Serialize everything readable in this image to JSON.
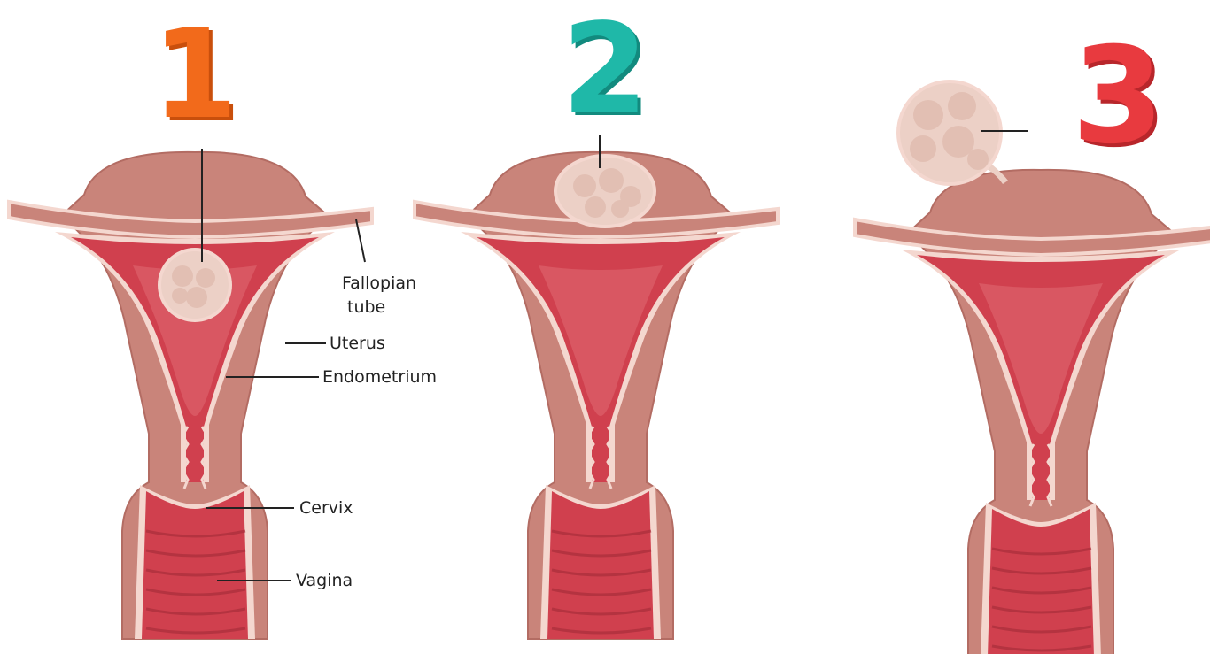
{
  "panels": [
    {
      "number": "1",
      "color": "#f26a1b",
      "shade": "#c94f0c"
    },
    {
      "number": "2",
      "color": "#1fb8a8",
      "shade": "#128a7e"
    },
    {
      "number": "3",
      "color": "#e83a3f",
      "shade": "#b8262b"
    }
  ],
  "labels": {
    "fallopian_tube_line1": "Fallopian",
    "fallopian_tube_line2": "tube",
    "uterus": "Uterus",
    "endometrium": "Endometrium",
    "cervix": "Cervix",
    "vagina": "Vagina"
  },
  "colors": {
    "muscle": "#c9847a",
    "muscle_dark": "#b36c63",
    "cavity": "#d0404e",
    "cavity_light": "#e06a72",
    "lining": "#f4d7cf",
    "fibroid": "#ecd0c6",
    "fibroid_edge": "#c79a8e"
  }
}
